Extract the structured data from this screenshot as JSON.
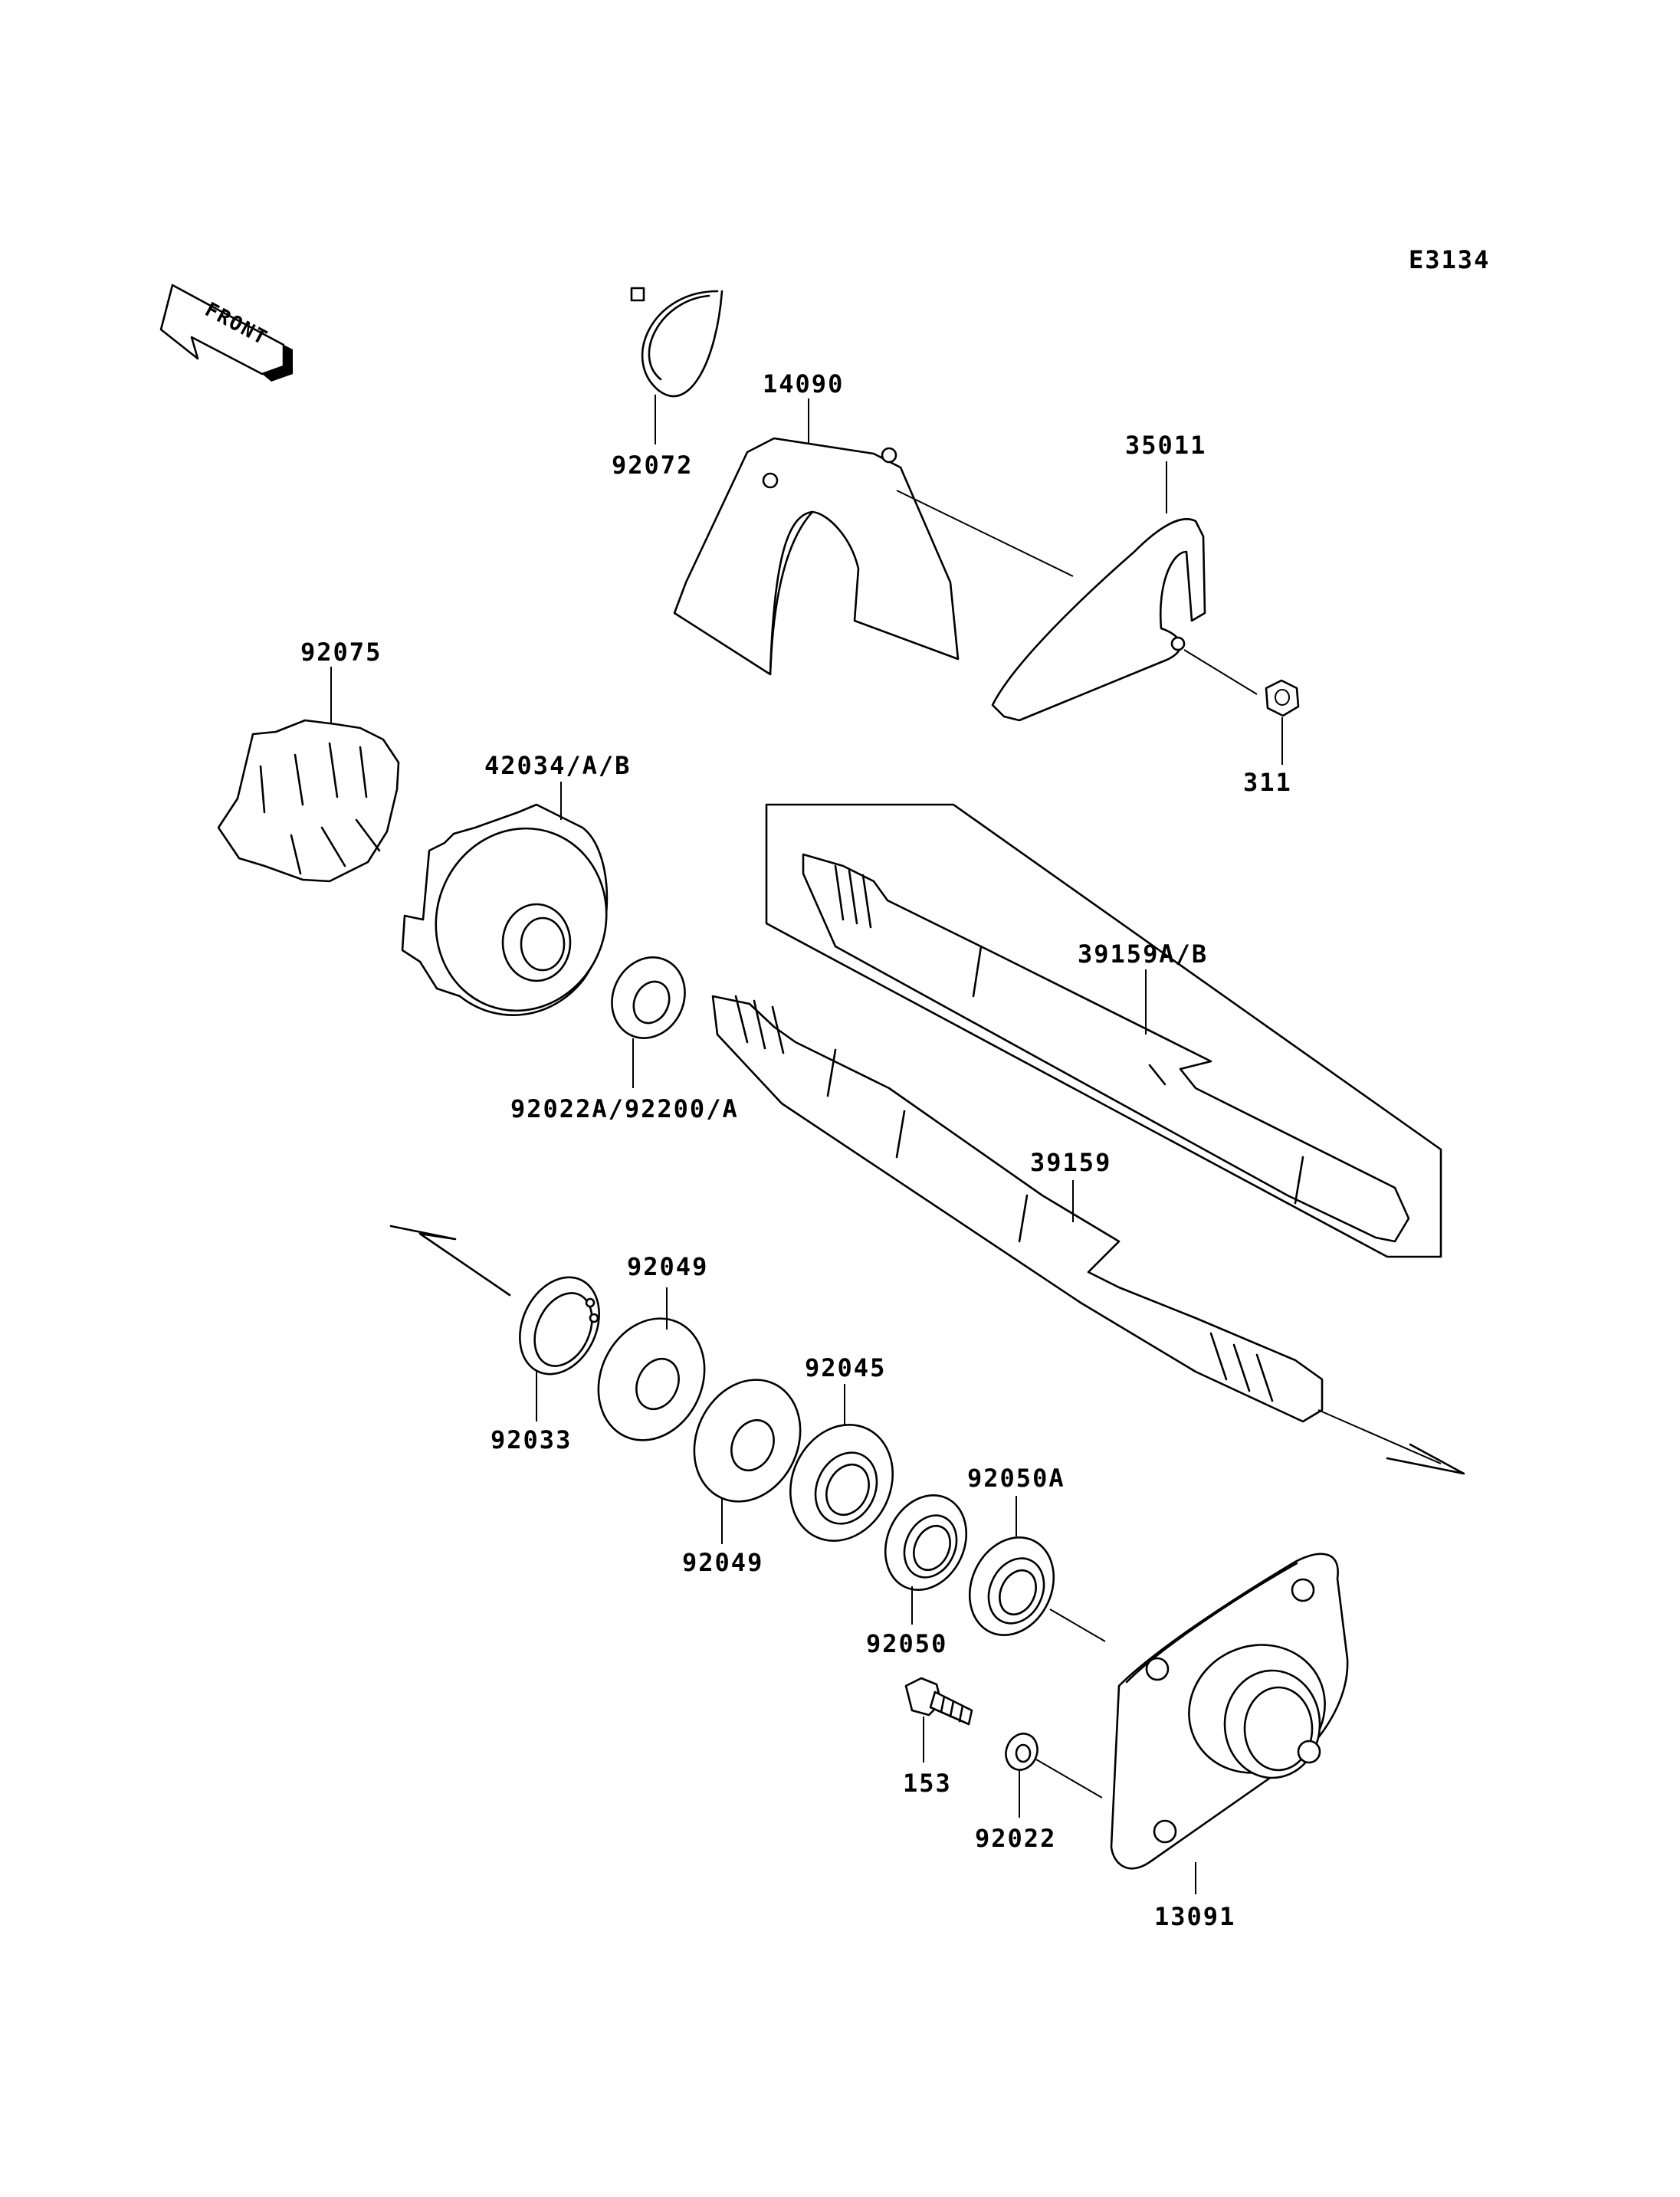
{
  "diagram_code": "E3134",
  "front_label": "FRONT",
  "callouts": {
    "p92072": "92072",
    "p14090": "14090",
    "p35011": "35011",
    "p311": "311",
    "p92075": "92075",
    "p42034": "42034/A/B",
    "p92022a": "92022A/92200/A",
    "p39159ab": "39159A/B",
    "p39159": "39159",
    "p92049a": "92049",
    "p92033": "92033",
    "p92049b": "92049",
    "p92045": "92045",
    "p92050a": "92050A",
    "p92050": "92050",
    "p153": "153",
    "p92022": "92022",
    "p13091": "13091"
  }
}
